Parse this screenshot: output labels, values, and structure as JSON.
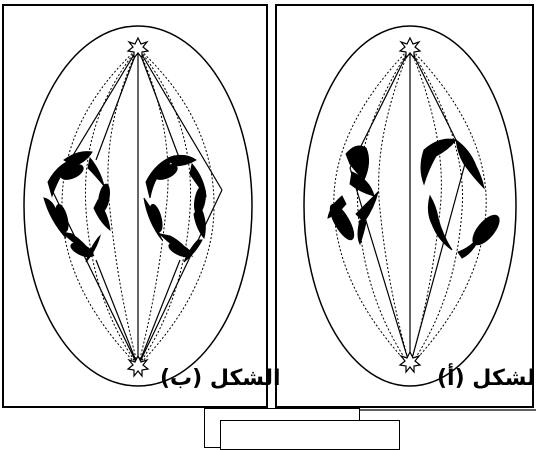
{
  "figure": {
    "panel_b": {
      "caption": "الشكل (ب)",
      "stage": "metaphase-like (chromosomes paired at equator)"
    },
    "panel_a": {
      "caption": "الشكل (أ)",
      "stage": "anaphase-like (chromosomes moving to poles)"
    },
    "colors": {
      "stroke": "#000000",
      "background": "#ffffff"
    }
  }
}
